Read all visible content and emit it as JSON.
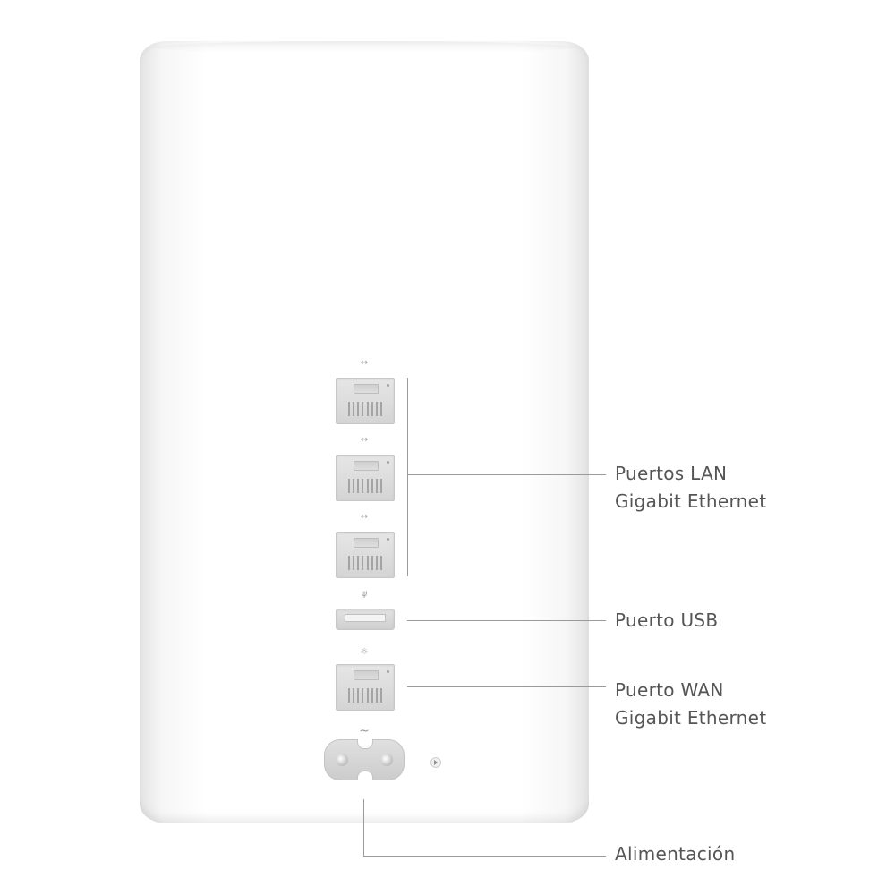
{
  "labels": {
    "lan_line1": "Puertos LAN",
    "lan_line2": "Gigabit Ethernet",
    "usb": "Puerto USB",
    "wan_line1": "Puerto WAN",
    "wan_line2": "Gigabit Ethernet",
    "power": "Alimentación"
  },
  "glyphs": {
    "lan": "↔",
    "usb": "ψ",
    "wan": "☼",
    "power": "~"
  },
  "colors": {
    "label_text": "#555555",
    "callout_line": "#9a9a9a",
    "device_body": "#ffffff"
  }
}
